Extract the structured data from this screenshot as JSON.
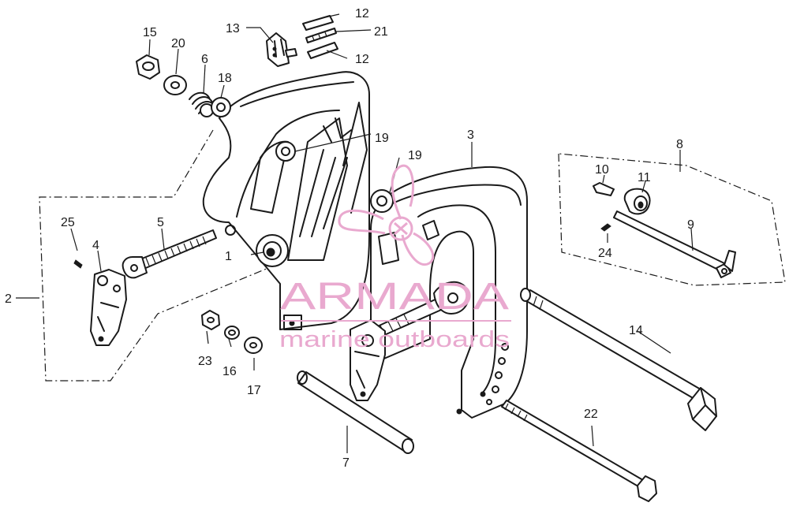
{
  "diagram": {
    "callouts": [
      {
        "id": "c1",
        "text": "1"
      },
      {
        "id": "c2",
        "text": "2"
      },
      {
        "id": "c3",
        "text": "3"
      },
      {
        "id": "c4",
        "text": "4"
      },
      {
        "id": "c5",
        "text": "5"
      },
      {
        "id": "c6",
        "text": "6"
      },
      {
        "id": "c7",
        "text": "7"
      },
      {
        "id": "c8",
        "text": "8"
      },
      {
        "id": "c9",
        "text": "9"
      },
      {
        "id": "c10",
        "text": "10"
      },
      {
        "id": "c11",
        "text": "11"
      },
      {
        "id": "c12a",
        "text": "12"
      },
      {
        "id": "c12b",
        "text": "12"
      },
      {
        "id": "c13",
        "text": "13"
      },
      {
        "id": "c14",
        "text": "14"
      },
      {
        "id": "c15",
        "text": "15"
      },
      {
        "id": "c16",
        "text": "16"
      },
      {
        "id": "c17",
        "text": "17"
      },
      {
        "id": "c18",
        "text": "18"
      },
      {
        "id": "c19a",
        "text": "19"
      },
      {
        "id": "c19b",
        "text": "19"
      },
      {
        "id": "c20",
        "text": "20"
      },
      {
        "id": "c21",
        "text": "21"
      },
      {
        "id": "c22",
        "text": "22"
      },
      {
        "id": "c23",
        "text": "23"
      },
      {
        "id": "c24",
        "text": "24"
      },
      {
        "id": "c25",
        "text": "25"
      }
    ]
  },
  "watermark": {
    "title": "ARMADA",
    "subtitle": "marine outboards",
    "color": "#e9a9cf"
  },
  "colors": {
    "ink": "#1a1a1a",
    "background": "#ffffff"
  }
}
